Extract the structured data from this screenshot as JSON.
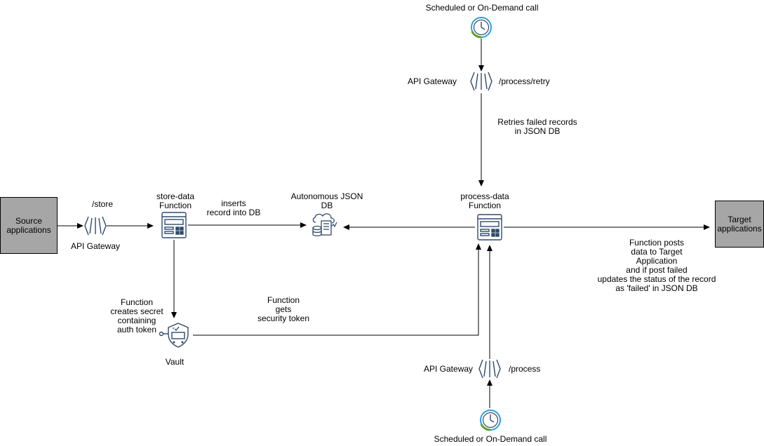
{
  "nodes": {
    "source": "Source\napplications",
    "target": "Target\napplications",
    "store_fn": "store-data\nFunction",
    "process_fn": "process-data\nFunction",
    "db": "Autonomous JSON\nDB",
    "vault": "Vault",
    "gw_store": "API Gateway",
    "gw_store_path": "/store",
    "gw_retry": "API Gateway",
    "gw_retry_path": "/process/retry",
    "gw_process": "API Gateway",
    "gw_process_path": "/process",
    "sched_top": "Scheduled or On-Demand call",
    "sched_bottom": "Scheduled or On-Demand call"
  },
  "edges": {
    "inserts": "inserts\nrecord into DB",
    "creates_secret": "Function\ncreates secret\ncontaining\nauth token",
    "gets_token": "Function\ngets\nsecurity token",
    "retries": "Retries failed records\nin JSON DB",
    "posts": "Function posts\ndata  to Target\nApplication\nand if post failed\nupdates the status of the record\nas 'failed' in JSON DB"
  },
  "colors": {
    "box_fill": "#a6a6a6",
    "icon_stroke": "#2f4a6b",
    "clock_accent": "#2e9fe0",
    "clock_green": "#5aa02c"
  },
  "icons": [
    "api-gateway-icon",
    "function-icon",
    "database-icon",
    "vault-icon",
    "clock-icon"
  ]
}
